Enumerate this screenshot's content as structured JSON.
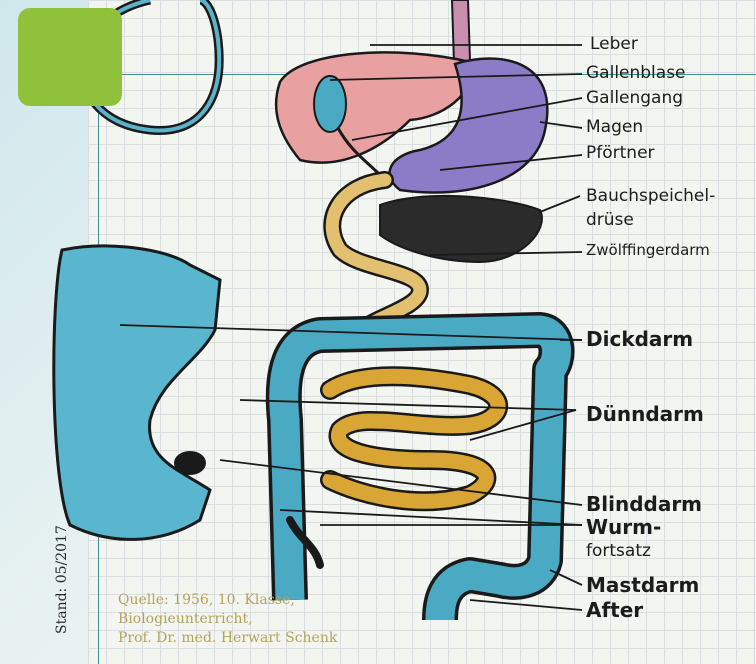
{
  "labels": {
    "leber": "Leber",
    "gallenblase": "Gallenblase",
    "gallengang": "Gallengang",
    "magen": "Magen",
    "pfoertner": "Pförtner",
    "bauchspeichel": "Bauchspeichel-",
    "druese": "drüse",
    "zwoelffingerdarm": "Zwölffingerdarm",
    "dickdarm": "Dickdarm",
    "duenndarm": "Dünndarm",
    "blinddarm": "Blinddarm",
    "wurm": "Wurm-",
    "fortsatz": "fortsatz",
    "mastdarm": "Mastdarm",
    "after": "After"
  },
  "source": {
    "line1": "Quelle: 1956, 10. Klasse,",
    "line2": "Biologieunterricht,",
    "line3": "Prof. Dr. med. Herwart Schenk"
  },
  "stand": "Stand: 05/2017",
  "colors": {
    "accent_green": "#8fc13a",
    "liver": "#e8a0a0",
    "stomach": "#8c7cc8",
    "colon": "#4aaac4",
    "small_intestine": "#d9a534",
    "pancreas": "#2b2b2b",
    "esophagus": "#c98fb0"
  }
}
